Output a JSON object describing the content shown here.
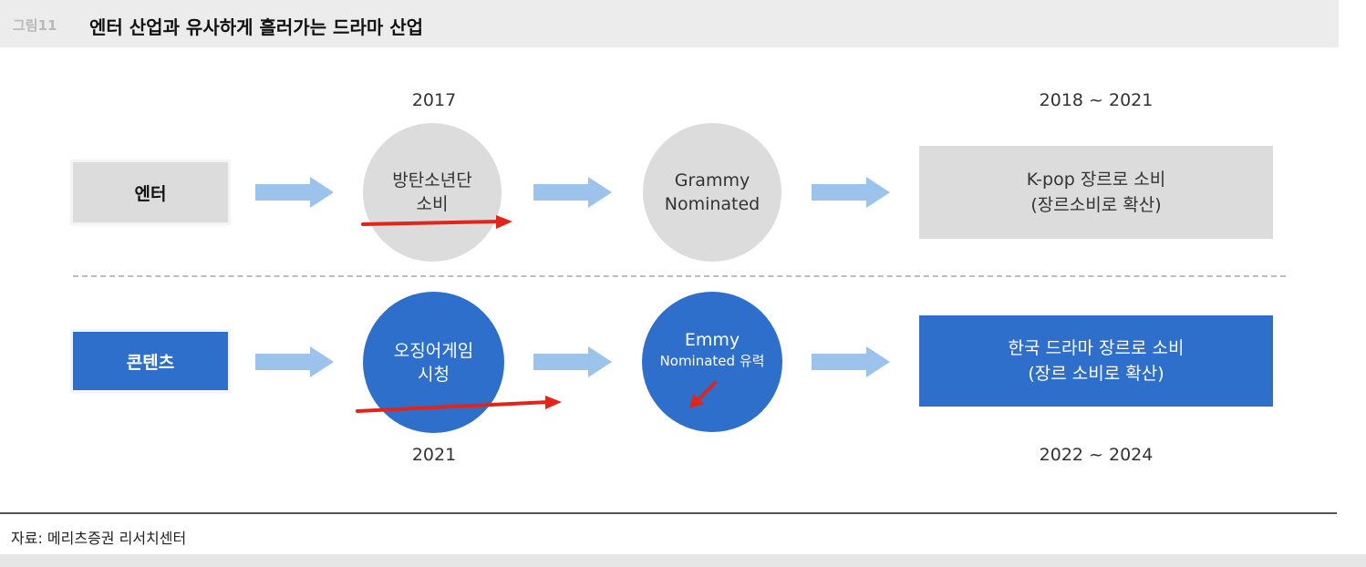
{
  "header": {
    "figure_number": "그림11",
    "title": "엔터 산업과 유사하게 흘러가는 드라마 산업"
  },
  "rows": {
    "top": {
      "label": "엔터",
      "year_start": "2017",
      "year_end": "2018 ~ 2021",
      "step1": {
        "line1": "방탄소년단",
        "line2": "소비"
      },
      "step2": {
        "line1": "Grammy",
        "line2": "Nominated"
      },
      "result": {
        "line1": "K-pop 장르로 소비",
        "line2": "(장르소비로 확산)"
      }
    },
    "bottom": {
      "label": "콘텐츠",
      "year_start": "2021",
      "year_end": "2022 ~ 2024",
      "step1": {
        "line1": "오징어게임",
        "line2": "시청"
      },
      "step2": {
        "line1": "Emmy",
        "line2": "Nominated 유력"
      },
      "result": {
        "line1": "한국 드라마 장르로 소비",
        "line2": "(장르 소비로 확산)"
      }
    }
  },
  "source": "자료: 메리츠증권 리서치센터",
  "colors": {
    "gray_fill": "#dcdcdc",
    "blue_fill": "#2d6fca",
    "flow_arrow": "#9cc3ec",
    "annotation": "#e0251b"
  },
  "icons": {
    "flow": "right-arrow-icon",
    "annotation": "red-pen-arrow-icon"
  }
}
